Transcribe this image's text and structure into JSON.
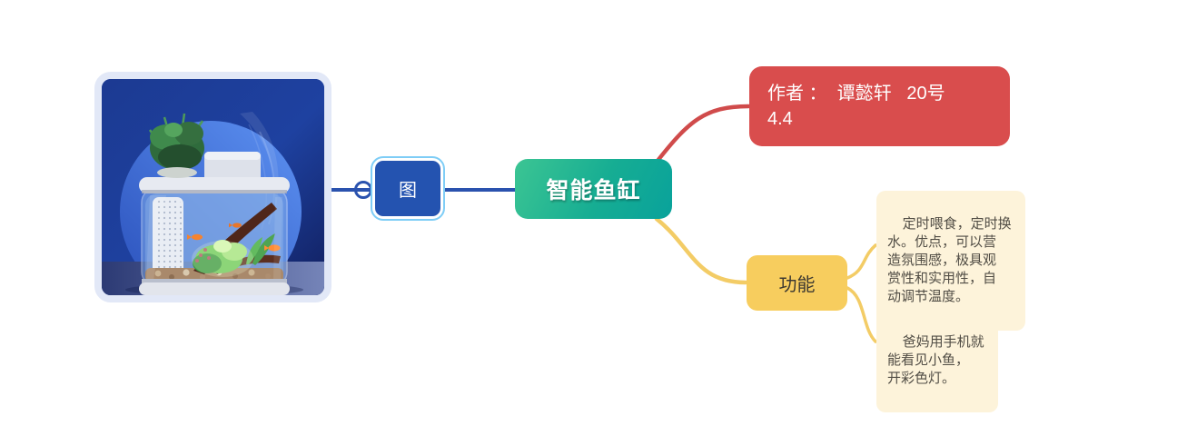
{
  "mindmap": {
    "image_node": {
      "label": "图"
    },
    "root_node": {
      "label": "智能鱼缸"
    },
    "author_node": {
      "text": "作者 ：  谭懿轩   20号\n4.4"
    },
    "function_node": {
      "label": "功能"
    },
    "notes": [
      {
        "text": "定时喂食，定时换\n水。优点，可以营\n造氛围感，极具观\n赏性和实用性，自\n动调节温度。"
      },
      {
        "text": "爸妈用手机就\n能看见小鱼，\n开彩色灯。"
      }
    ],
    "colors": {
      "branch_blue": "#2a52ae",
      "node_blue": "#2453b0",
      "selection_outline": "#7ecdf6",
      "root_gradient_start": "#3cc593",
      "root_gradient_end": "#09a29b",
      "author_red": "#d94d4d",
      "branch_red": "#d04b4b",
      "function_yellow": "#f7cd5e",
      "branch_yellow": "#f3cc66",
      "note_cream": "#fdf3da",
      "note_text": "#514d45",
      "image_border": "#e2e8f7",
      "canvas_background": "#ffffff"
    }
  }
}
